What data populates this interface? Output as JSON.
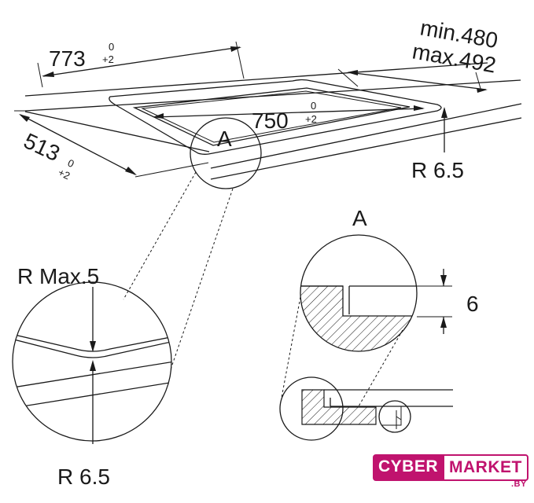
{
  "overall": {
    "width_value": "773",
    "width_tol_upper": "0",
    "width_tol_lower": "+2",
    "depth_value": "513",
    "depth_tol_upper": "0",
    "depth_tol_lower": "+2",
    "inner_value": "750",
    "inner_tol_upper": "0",
    "inner_tol_lower": "+2",
    "edge_min": "min.480",
    "edge_max": "max.492",
    "corner_radius": "R 6.5"
  },
  "detail_left": {
    "top_label": "R Max.5",
    "bottom_label": "R 6.5"
  },
  "detail_section": {
    "title": "A",
    "height_label": "6"
  },
  "callout": {
    "label": "A"
  },
  "watermark": {
    "brand_part1": "CYBER",
    "brand_part2": "MARKET",
    "brand_suffix": ".BY"
  }
}
